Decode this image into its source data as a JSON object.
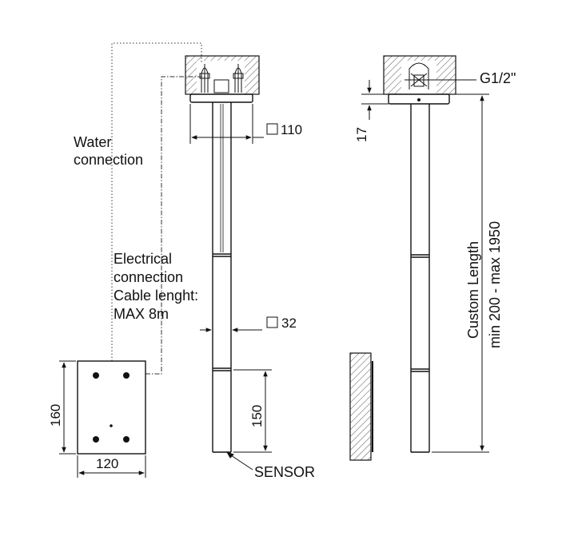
{
  "labels": {
    "water_line1": "Water",
    "water_line2": "connection",
    "elec_line1": "Electrical",
    "elec_line2": "connection",
    "elec_line3": "Cable lenght:",
    "elec_line4": "MAX 8m",
    "sensor": "SENSOR",
    "thread": "G1/2\"",
    "custom_line1": "Custom Length",
    "custom_line2": "min 200 - max 1950"
  },
  "dimensions": {
    "plate_width": "110",
    "pipe_width": "32",
    "sensor_height": "150",
    "flange_height": "17",
    "box_height": "160",
    "box_width": "120"
  },
  "colors": {
    "line": "#111111",
    "background": "#ffffff"
  }
}
